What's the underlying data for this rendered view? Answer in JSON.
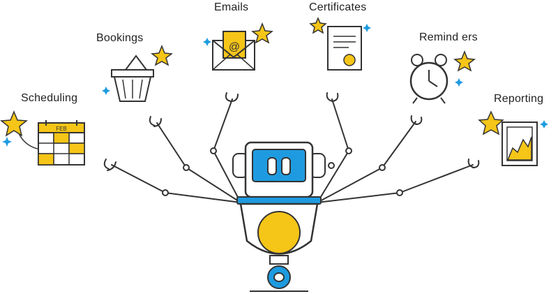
{
  "labels": {
    "scheduling": "Scheduling",
    "bookings": "Bookings",
    "emails": "Emails",
    "certificates": "Certificates",
    "reminders": "Remind ers",
    "reporting": "Reporting"
  },
  "calendar_header": "FEB",
  "email_symbol": "@",
  "colors": {
    "accent_yellow": "#f5c518",
    "accent_blue": "#1e9be0",
    "line": "#333333"
  }
}
